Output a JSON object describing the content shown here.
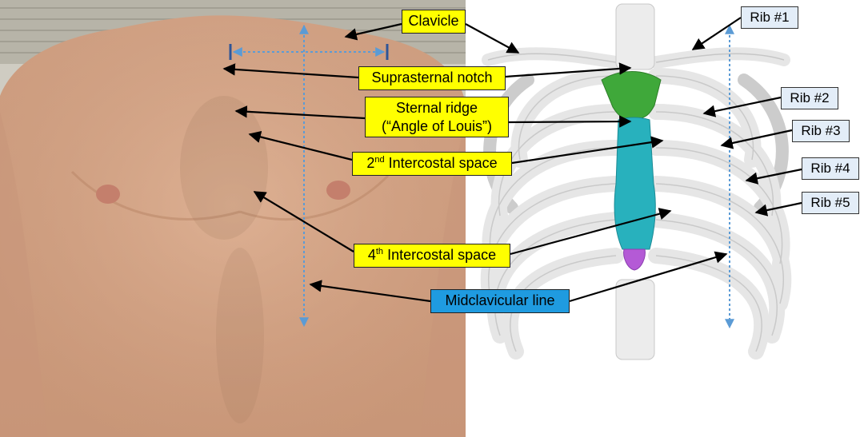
{
  "labels": {
    "clavicle": "Clavicle",
    "suprasternal_notch": "Suprasternal notch",
    "sternal_ridge_line1": "Sternal ridge",
    "sternal_ridge_line2": "(“Angle of Louis”)",
    "ics2_number": "2",
    "ics2_ordinal": "nd",
    "ics2_text": " Intercostal space",
    "ics4_number": "4",
    "ics4_ordinal": "th",
    "ics4_text": " Intercostal space",
    "midclavicular_line": "Midclavicular line",
    "rib1": "Rib #1",
    "rib2": "Rib #2",
    "rib3": "Rib #3",
    "rib4": "Rib #4",
    "rib5": "Rib #5"
  },
  "colors": {
    "label_yellow": "#ffff00",
    "label_blue": "#1f9be0",
    "rib_label_bg": "#e3edf8",
    "manubrium": "#3fa83a",
    "sternum_body": "#28b1bd",
    "xiphoid": "#b45ad6",
    "dotted_line": "#5b9bd5",
    "bracket": "#2f5597",
    "arrow": "#000000"
  }
}
